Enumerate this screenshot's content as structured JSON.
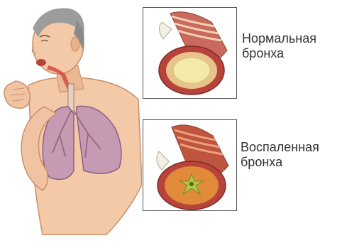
{
  "labels": {
    "normal": "Нормальная\nбронха",
    "inflamed": "Воспаленная\nбронха"
  },
  "icons": {
    "figure": "coughing-man-illustration",
    "normal_bronchus": "bronchus-cross-section-icon",
    "inflamed_bronchus": "inflamed-bronchus-cross-section-icon"
  },
  "colors": {
    "skin": "#f3c9a8",
    "lung": "#c79ab4",
    "muscle": "#b8433b",
    "lumen_normal": "#f4e9a9",
    "lumen_inflamed": "#e08a3a",
    "border": "#555555"
  }
}
